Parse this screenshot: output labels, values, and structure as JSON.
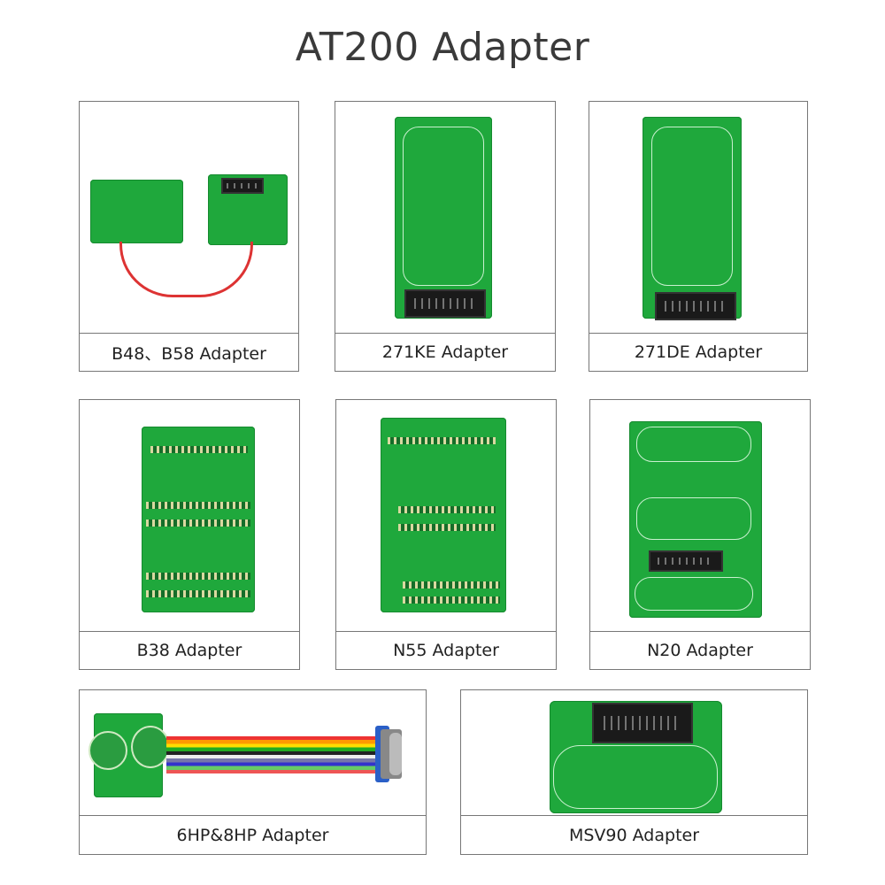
{
  "title": "AT200  Adapter",
  "cards": [
    {
      "label": "B48、B58 Adapter"
    },
    {
      "label": "271KE Adapter"
    },
    {
      "label": "271DE Adapter"
    },
    {
      "label": "B38 Adapter"
    },
    {
      "label": "N55 Adapter"
    },
    {
      "label": "N20 Adapter"
    },
    {
      "label": "6HP&8HP Adapter"
    },
    {
      "label": "MSV90 Adapter"
    }
  ],
  "colors": {
    "pcb": "#1fa83c",
    "border": "#777777",
    "title": "#3a3a3a"
  }
}
